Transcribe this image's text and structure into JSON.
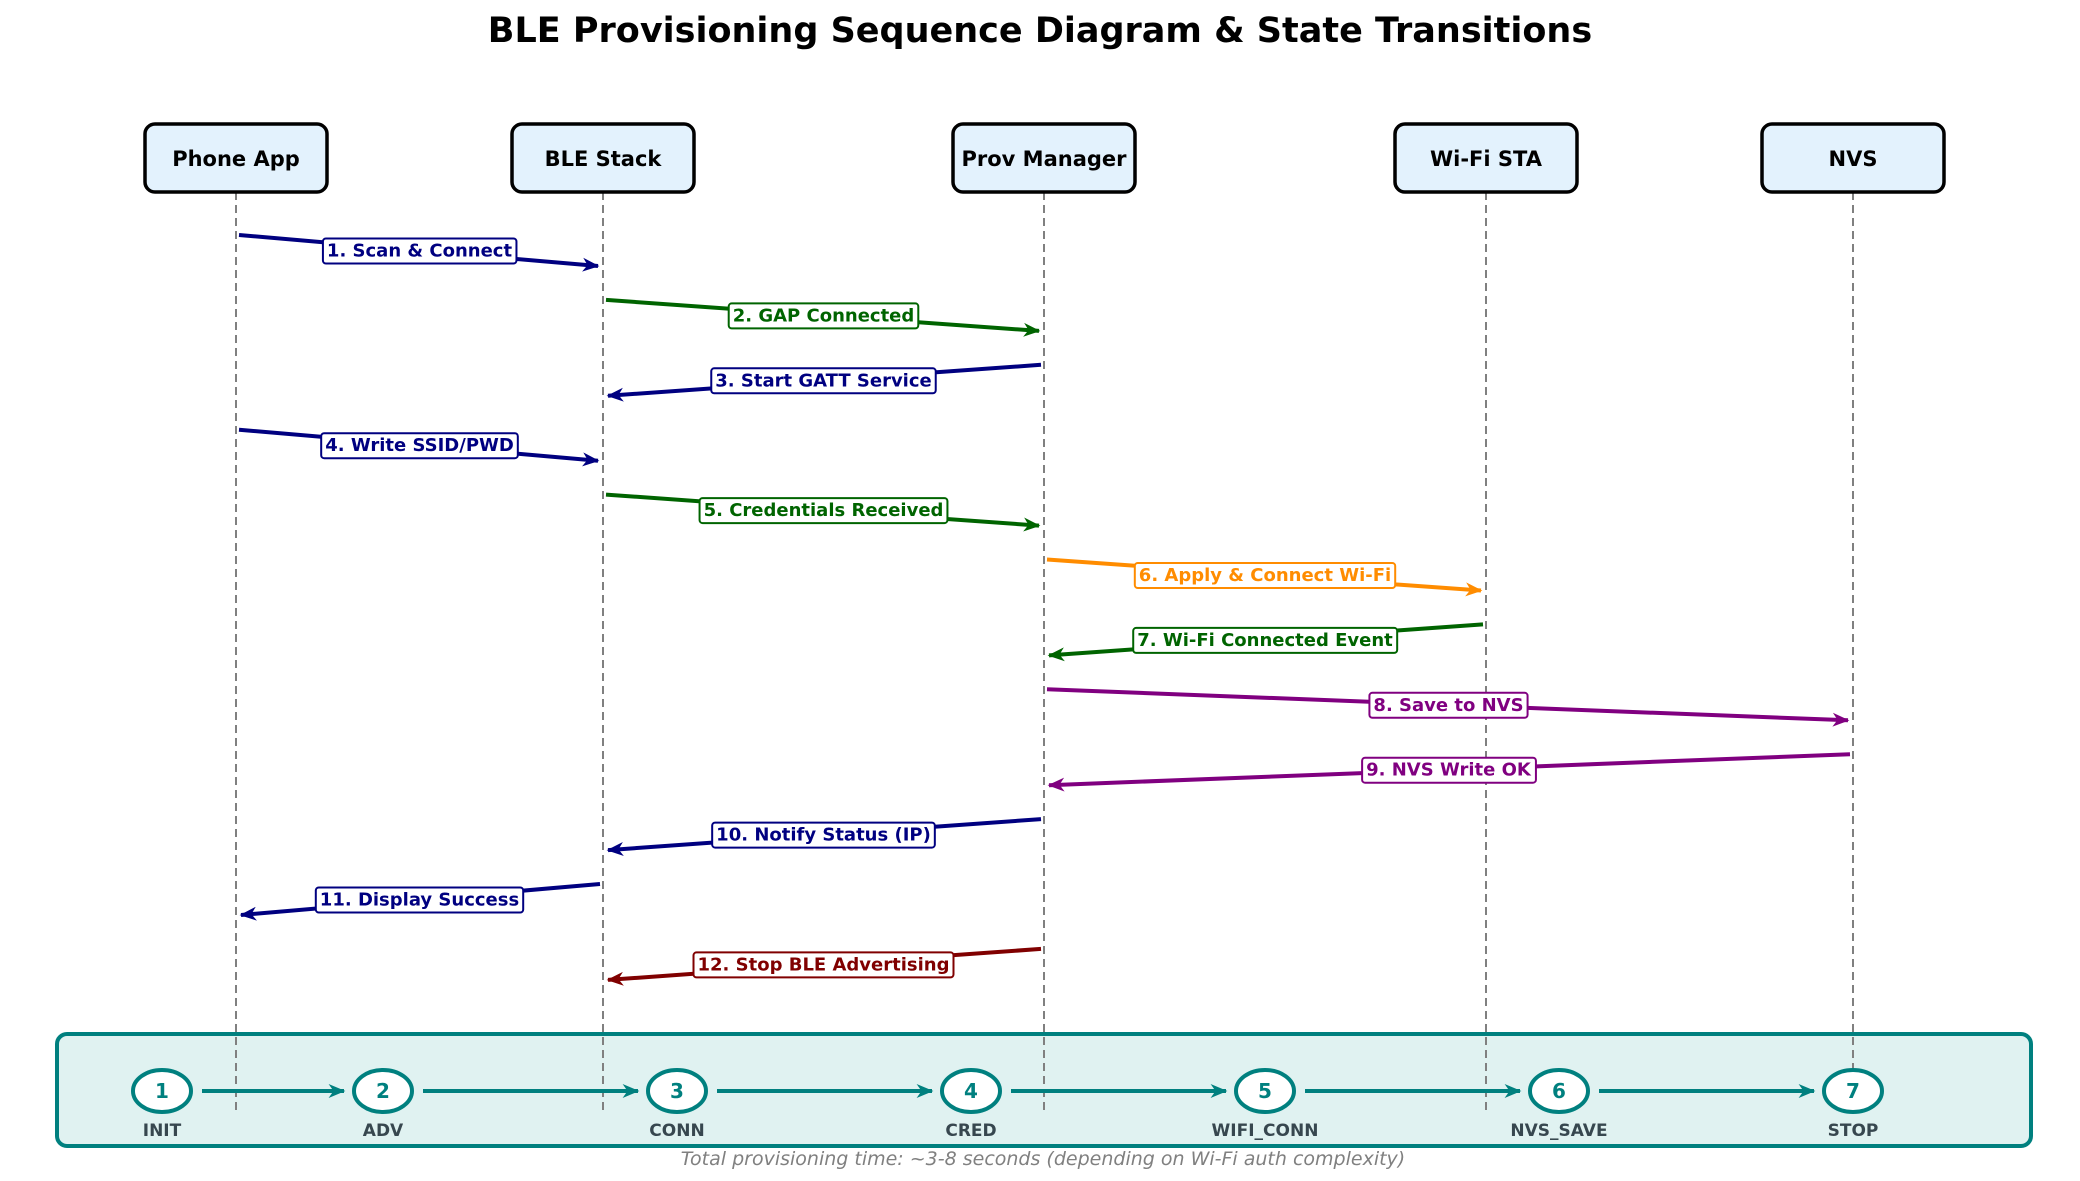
{
  "title": "BLE Provisioning Sequence Diagram & State Transitions",
  "actors": [
    {
      "id": "phone",
      "label": "Phone App"
    },
    {
      "id": "ble",
      "label": "BLE Stack"
    },
    {
      "id": "prov",
      "label": "Prov Manager"
    },
    {
      "id": "wifi",
      "label": "Wi-Fi STA"
    },
    {
      "id": "nvs",
      "label": "NVS"
    }
  ],
  "messages": [
    {
      "from": "phone",
      "to": "ble",
      "label": "1. Scan & Connect",
      "color": "#000080"
    },
    {
      "from": "ble",
      "to": "prov",
      "label": "2. GAP Connected",
      "color": "#006400"
    },
    {
      "from": "prov",
      "to": "ble",
      "label": "3. Start GATT Service",
      "color": "#000080"
    },
    {
      "from": "phone",
      "to": "ble",
      "label": "4. Write SSID/PWD",
      "color": "#000080"
    },
    {
      "from": "ble",
      "to": "prov",
      "label": "5. Credentials Received",
      "color": "#006400"
    },
    {
      "from": "prov",
      "to": "wifi",
      "label": "6. Apply & Connect Wi-Fi",
      "color": "#ff8c00"
    },
    {
      "from": "wifi",
      "to": "prov",
      "label": "7. Wi-Fi Connected Event",
      "color": "#006400"
    },
    {
      "from": "prov",
      "to": "nvs",
      "label": "8. Save to NVS",
      "color": "#800080"
    },
    {
      "from": "nvs",
      "to": "prov",
      "label": "9. NVS Write OK",
      "color": "#800080"
    },
    {
      "from": "prov",
      "to": "ble",
      "label": "10. Notify Status (IP)",
      "color": "#000080"
    },
    {
      "from": "ble",
      "to": "phone",
      "label": "11. Display Success",
      "color": "#000080"
    },
    {
      "from": "prov",
      "to": "ble",
      "label": "12. Stop BLE Advertising",
      "color": "#800000"
    }
  ],
  "states": [
    {
      "num": "1",
      "name": "INIT"
    },
    {
      "num": "2",
      "name": "ADV"
    },
    {
      "num": "3",
      "name": "CONN"
    },
    {
      "num": "4",
      "name": "CRED"
    },
    {
      "num": "5",
      "name": "WIFI_CONN"
    },
    {
      "num": "6",
      "name": "NVS_SAVE"
    },
    {
      "num": "7",
      "name": "STOP"
    }
  ],
  "colors": {
    "state_accent": "#00807f",
    "actor_fill": "#e3f2fd"
  },
  "footer": "Total provisioning time: ~3-8 seconds (depending on Wi-Fi auth complexity)"
}
